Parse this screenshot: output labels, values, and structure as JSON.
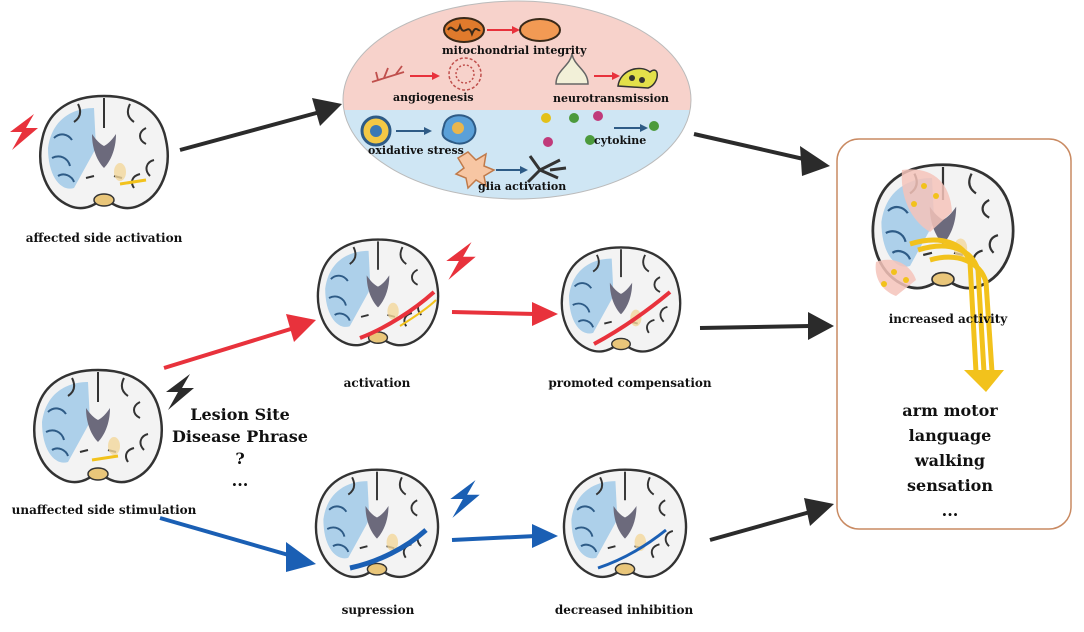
{
  "mechanisms": {
    "mitochondrial": "mitochondrial integrity",
    "angiogenesis": "angiogenesis",
    "neurotransmission": "neurotransmission",
    "oxidative": "oxidative stress",
    "cytokine": "cytokine",
    "glia": "glia activation"
  },
  "brains": {
    "affected": "affected side activation",
    "unaffected": "unaffected side stimulation",
    "activation": "activation",
    "promoted": "promoted compensation",
    "supression": "supression",
    "decreased": "decreased inhibition",
    "increased": "increased activity"
  },
  "middle_text": [
    "Lesion Site",
    "Disease Phrase",
    "?",
    "..."
  ],
  "outcomes": [
    "arm motor",
    "language",
    "walking",
    "sensation",
    "..."
  ],
  "colors": {
    "red_arrow": "#e8323c",
    "blue_arrow": "#1a5fb4",
    "dark_arrow": "#2b2b2b",
    "ellipse_top": "#f7d2cb",
    "ellipse_bottom": "#cfe6f4",
    "outcome_border": "#c98a62",
    "lesion_blue": "#a9cde9",
    "yellow": "#f2c21c"
  }
}
